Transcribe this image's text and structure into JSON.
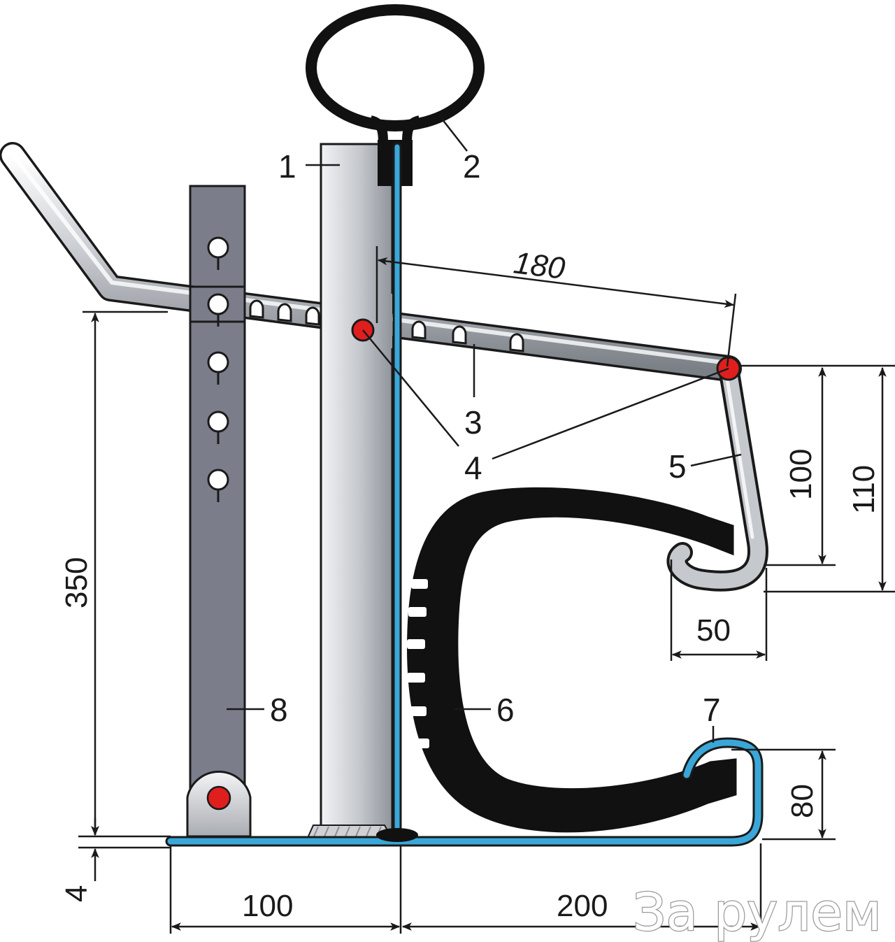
{
  "labels": {
    "l1": "1",
    "l2": "2",
    "l3": "3",
    "l4": "4",
    "l5": "5",
    "l6": "6",
    "l7": "7",
    "l8": "8"
  },
  "dimensions": {
    "d180": "180",
    "d350": "350",
    "d100v": "100",
    "d110": "110",
    "d50": "50",
    "d80": "80",
    "d4": "4",
    "d100h": "100",
    "d200": "200"
  },
  "watermark": "За рулем",
  "colors": {
    "blue_sheet": "#3aa7d8",
    "red_pin": "#e01e1e",
    "dark_plate": "#7c7d8a",
    "outline": "#1a1a1a",
    "tire": "#111111"
  }
}
